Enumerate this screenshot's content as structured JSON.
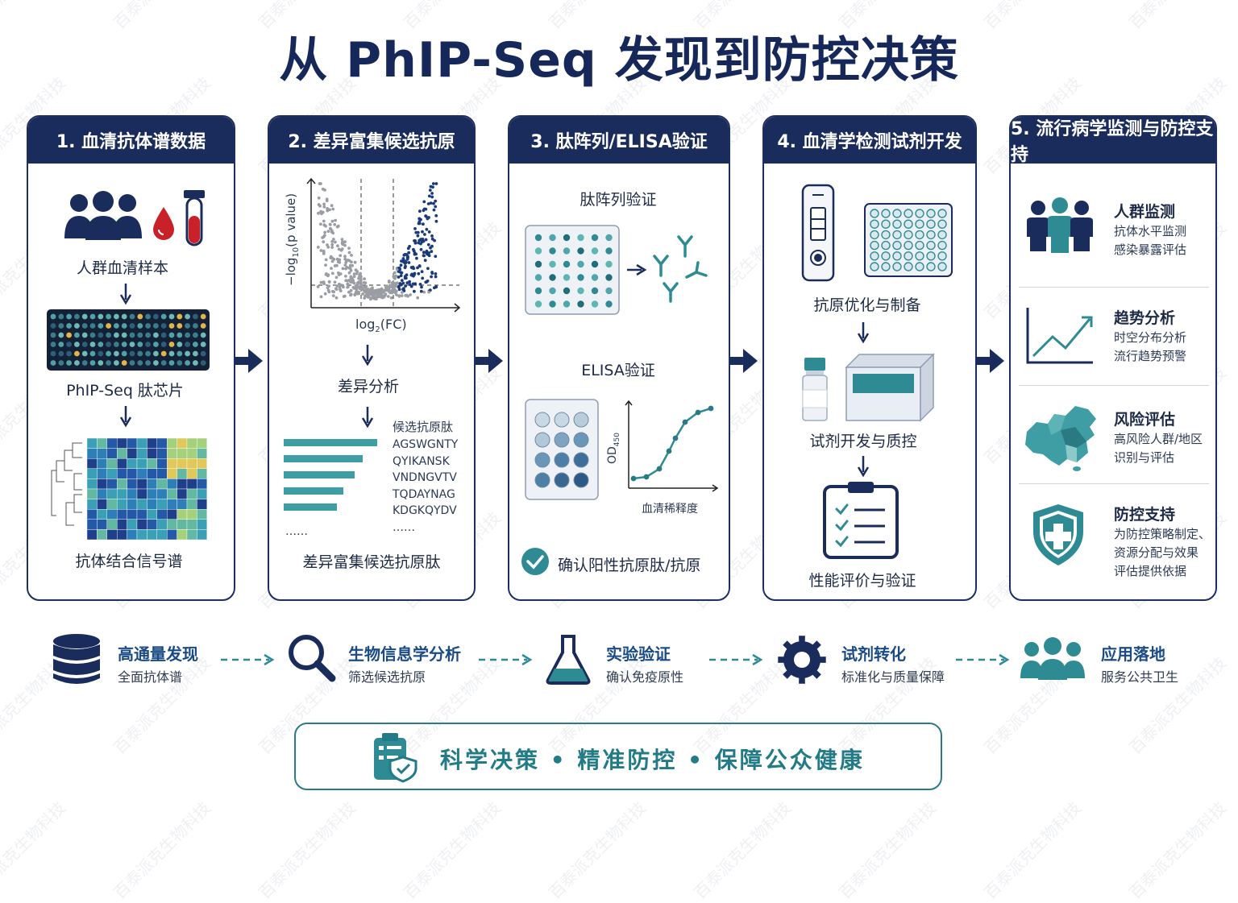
{
  "title": "从 PhIP-Seq 发现到防控决策",
  "watermark": "百泰派克生物科技",
  "colors": {
    "navy": "#1a2c5b",
    "teal": "#2f8b93",
    "blue": "#1b4b86"
  },
  "cards": [
    {
      "header": "1. 血清抗体谱数据",
      "labels": {
        "samples": "人群血清样本",
        "chip": "PhIP-Seq 肽芯片",
        "heatmap": "抗体结合信号谱"
      }
    },
    {
      "header": "2. 差异富集候选抗原",
      "labels": {
        "xaxis": "log",
        "xsub": "2",
        "xaxis_end": "(FC)",
        "yaxis": "−log",
        "ysub": "10",
        "yaxis_end": "(p value)",
        "analysis": "差异分析",
        "list_title": "候选抗原肽",
        "peptides": [
          "AGSWGNTY",
          "QYIKANSK",
          "VNDNGVTV",
          "TQDAYNAG",
          "KDGKQYDV",
          "……"
        ],
        "bars_more": "……",
        "result": "差异富集候选抗原肽"
      }
    },
    {
      "header": "3. 肽阵列/ELISA验证",
      "labels": {
        "array": "肽阵列验证",
        "elisa": "ELISA验证",
        "od": "OD",
        "odsub": "450",
        "dilution": "血清稀释度",
        "confirm": "确认阳性抗原肽/抗原"
      }
    },
    {
      "header": "4. 血清学检测试剂开发",
      "labels": {
        "opt": "抗原优化与制备",
        "dev": "试剂开发与质控",
        "eval": "性能评价与验证"
      }
    },
    {
      "header": "5. 流行病学监测与防控支持",
      "items": [
        {
          "title": "人群监测",
          "lines": [
            "抗体水平监测",
            "感染暴露评估"
          ]
        },
        {
          "title": "趋势分析",
          "lines": [
            "时空分布分析",
            "流行趋势预警"
          ]
        },
        {
          "title": "风险评估",
          "lines": [
            "高风险人群/地区",
            "识别与评估"
          ]
        },
        {
          "title": "防控支持",
          "lines": [
            "为防控策略制定、",
            "资源分配与效果",
            "评估提供依据"
          ]
        }
      ]
    }
  ],
  "flow": [
    {
      "title": "高通量发现",
      "sub": "全面抗体谱",
      "icon": "database-icon"
    },
    {
      "title": "生物信息学分析",
      "sub": "筛选候选抗原",
      "icon": "magnifier-icon"
    },
    {
      "title": "实验验证",
      "sub": "确认免疫原性",
      "icon": "flask-icon"
    },
    {
      "title": "试剂转化",
      "sub": "标准化与质量保障",
      "icon": "gear-icon"
    },
    {
      "title": "应用落地",
      "sub": "服务公共卫生",
      "icon": "people-icon"
    }
  ],
  "banner": "科学决策 • 精准防控 • 保障公众健康"
}
